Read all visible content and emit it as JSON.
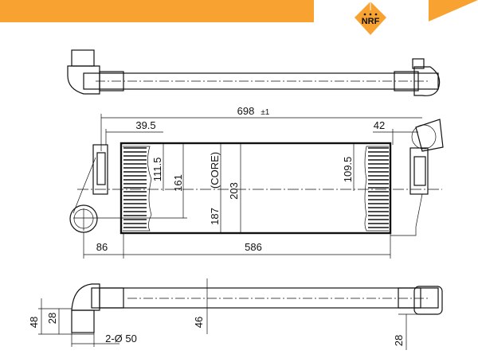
{
  "brand": {
    "logo_text": "NRF",
    "accent": "#f7a231"
  },
  "dimensions": {
    "overall_length": "698",
    "tolerance": "±1",
    "left_offset": "39.5",
    "right_offset": "42",
    "left_height": "111.5",
    "inlet_height": "161",
    "core_label": "(CORE)",
    "core_height": "187",
    "total_height": "203",
    "right_height": "109.5",
    "inlet_offset": "86",
    "core_length": "586",
    "depth_outer": "48",
    "depth_inner": "28",
    "core_depth": "46",
    "connections": "2-Ø 50",
    "right_depth": "28"
  }
}
